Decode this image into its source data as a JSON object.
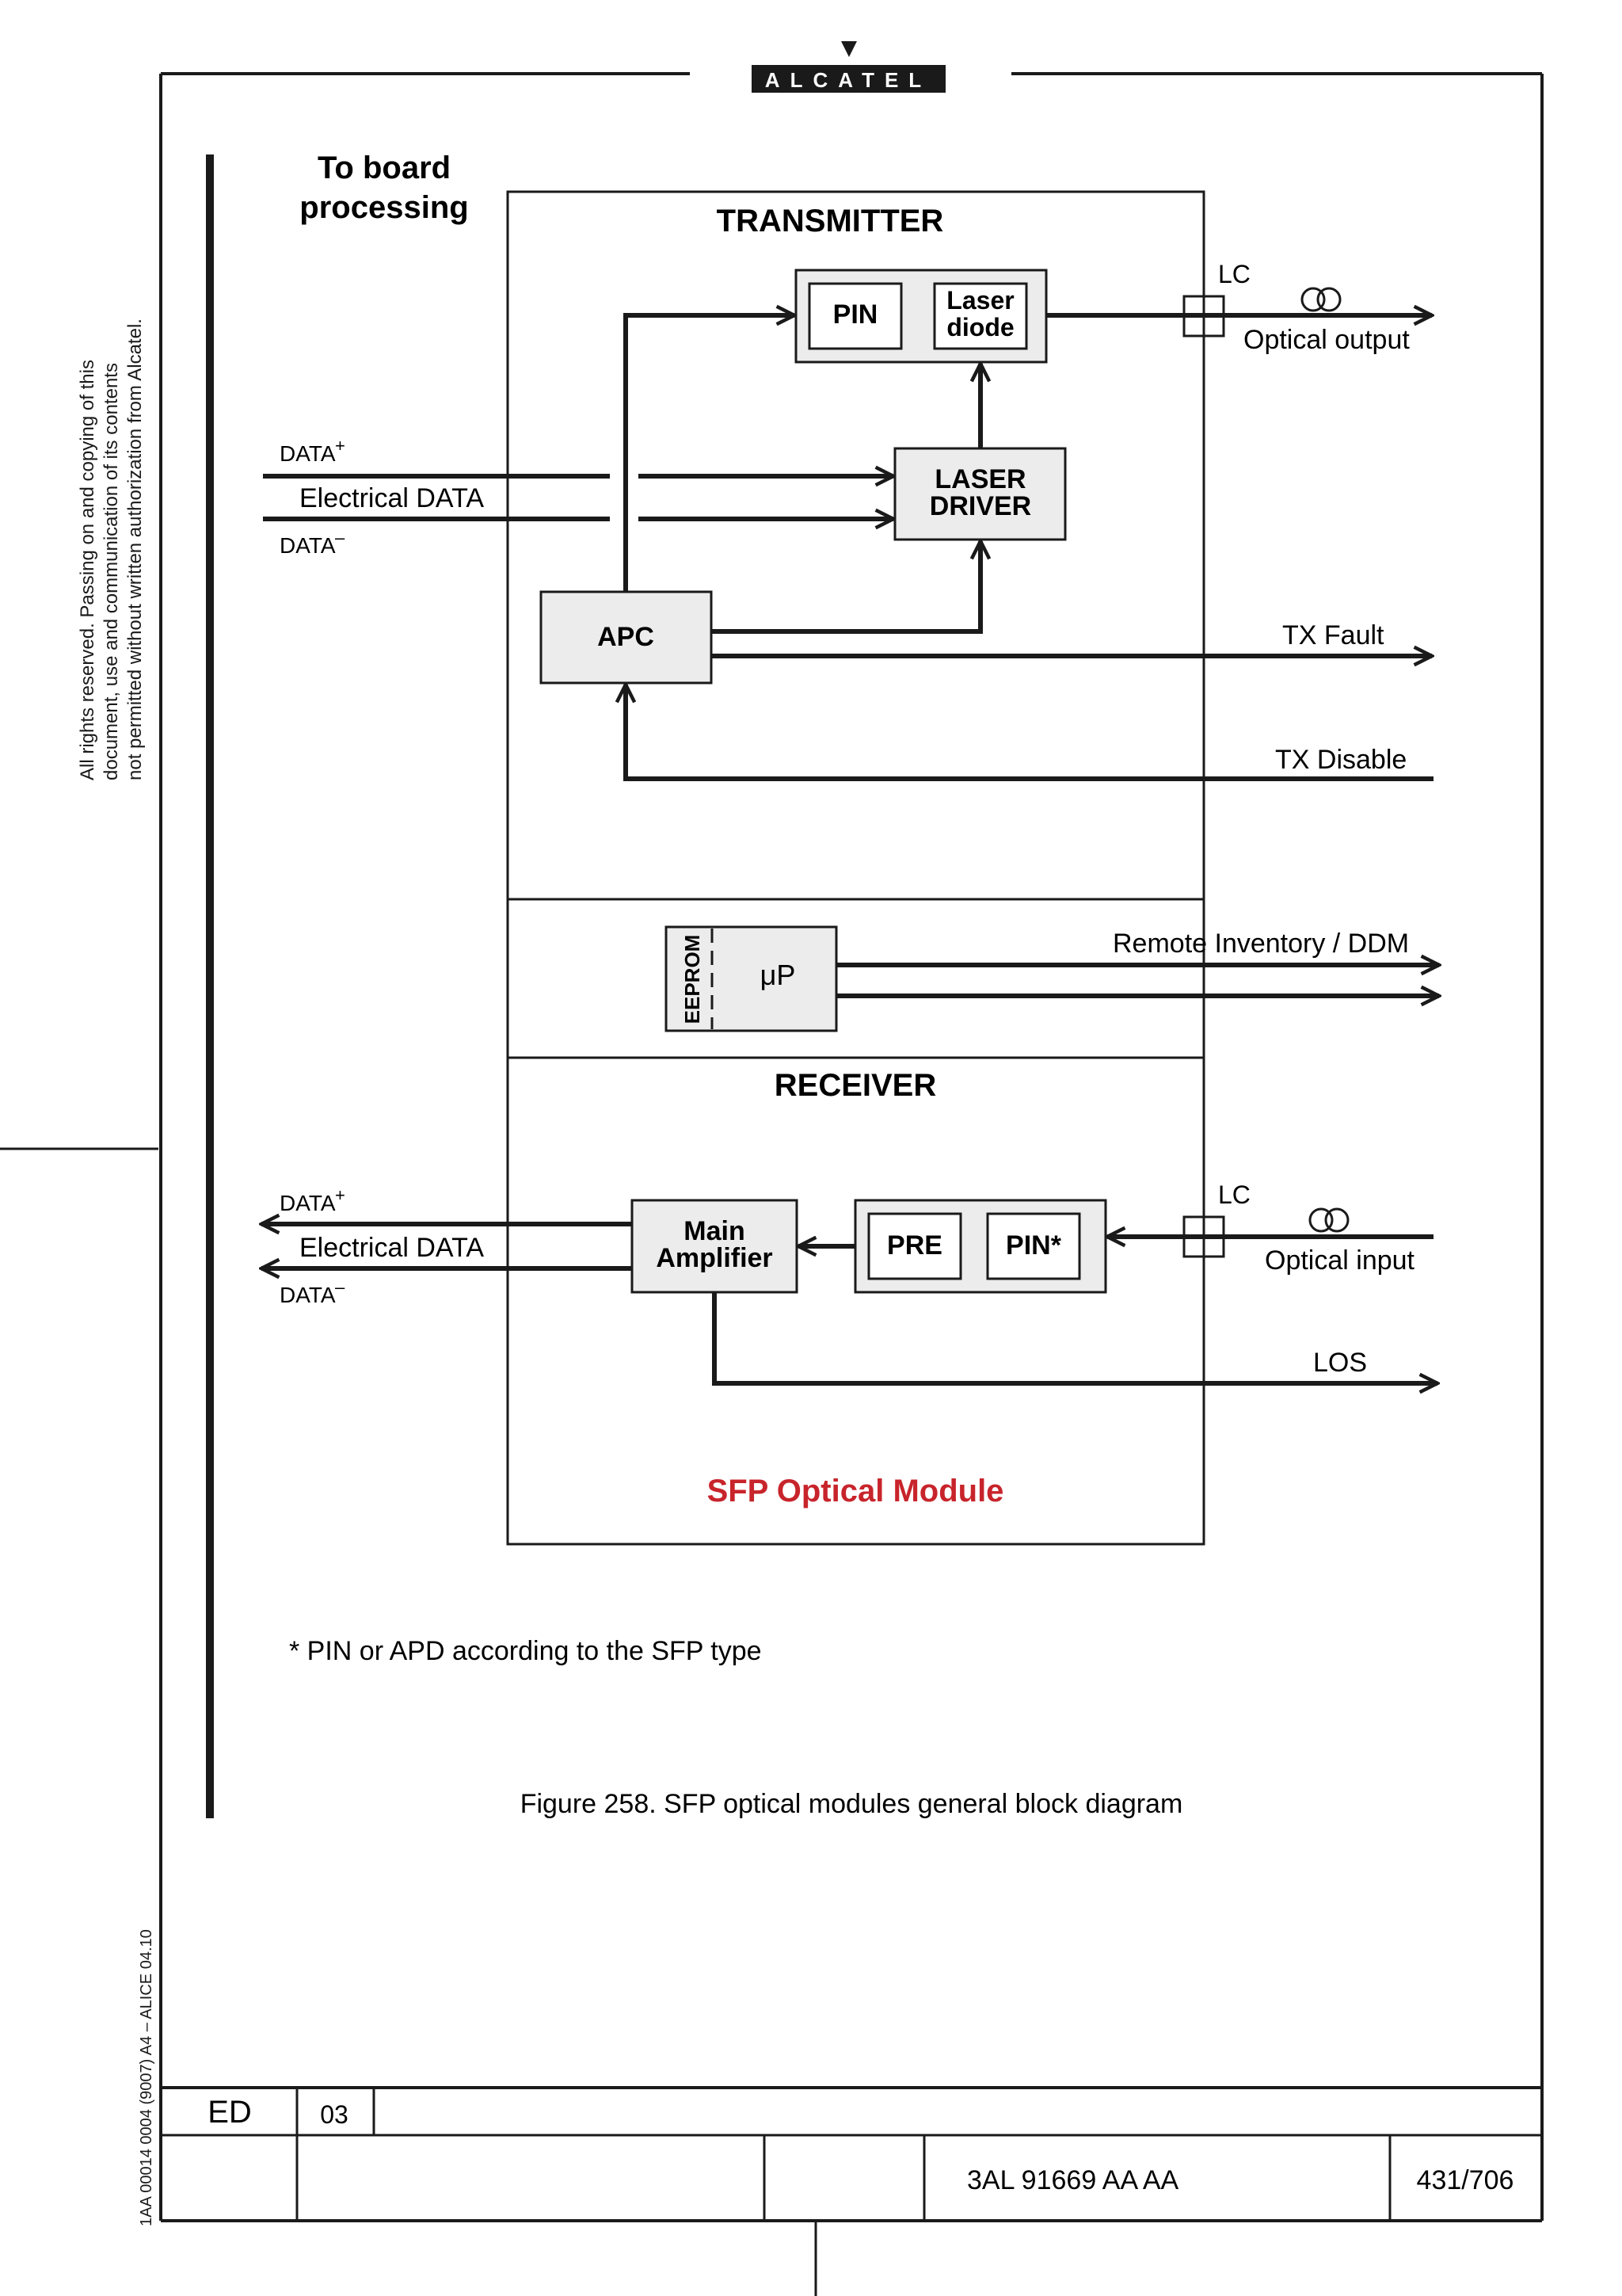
{
  "header": {
    "brand": "ALCATEL"
  },
  "side_notes": {
    "copyright_line1": "All rights reserved. Passing on and copying of this",
    "copyright_line2": "document, use and communication of its contents",
    "copyright_line3": "not permitted without written authorization from Alcatel.",
    "doc_code": "1AA 00014 0004 (9007) A4 – ALICE 04.10"
  },
  "diagram": {
    "to_board": {
      "line1": "To board",
      "line2": "processing"
    },
    "transmitter": {
      "title": "TRANSMITTER",
      "pin": "PIN",
      "laser_diode_1": "Laser",
      "laser_diode_2": "diode",
      "laser_driver_1": "LASER",
      "laser_driver_2": "DRIVER",
      "apc": "APC",
      "lc": "LC",
      "optical_output": "Optical output",
      "data_plus": "DATA",
      "data_minus": "DATA",
      "plus_sign": "+",
      "minus_sign": "–",
      "electrical_data": "Electrical DATA",
      "tx_fault": "TX Fault",
      "tx_disable": "TX Disable"
    },
    "controller": {
      "eeprom": "EEPROM",
      "mu_p": "μP",
      "remote_inventory": "Remote Inventory / DDM"
    },
    "receiver": {
      "title": "RECEIVER",
      "main_amp_1": "Main",
      "main_amp_2": "Amplifier",
      "pre": "PRE",
      "pin_star": "PIN*",
      "lc": "LC",
      "optical_input": "Optical input",
      "data_plus": "DATA",
      "data_minus": "DATA",
      "plus_sign": "+",
      "minus_sign": "–",
      "electrical_data": "Electrical DATA",
      "los": "LOS"
    },
    "module_label": "SFP Optical Module",
    "footnote": "* PIN or APD according to the SFP type",
    "caption": "Figure 258. SFP optical modules general block diagram"
  },
  "footer": {
    "ed_label": "ED",
    "ed_value": "03",
    "doc_number": "3AL 91669 AA  AA",
    "page": "431/706"
  },
  "colors": {
    "ink": "#1a1a1a",
    "box_fill": "#ececec",
    "module_label": "#c8242b",
    "logo_bg": "#1a1a1a",
    "logo_text": "#ffffff"
  }
}
